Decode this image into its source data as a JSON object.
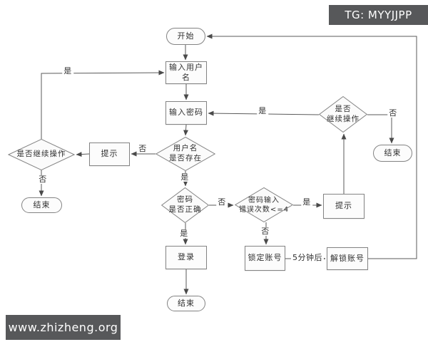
{
  "overlays": {
    "tg_badge": "TG: MYYJJPP",
    "watermark": "www.zhizheng.org"
  },
  "colors": {
    "badge_bg": "#57585a",
    "badge_text": "#ffffff",
    "node_fill": "#fbfbfb",
    "node_border": "#838383",
    "line": "#5a5a5a",
    "background": "#ffffff"
  },
  "nodes": {
    "start": {
      "label": "开始",
      "type": "terminator"
    },
    "input_username": {
      "label": "输入用户名",
      "type": "process"
    },
    "input_password": {
      "label": "输入密码",
      "type": "process"
    },
    "username_exists": {
      "label": "用户名\n是否存在",
      "type": "decision"
    },
    "prompt_left": {
      "label": "提示",
      "type": "process"
    },
    "continue_left": {
      "label": "是否继续操作",
      "type": "decision"
    },
    "end_left": {
      "label": "结束",
      "type": "terminator"
    },
    "password_correct": {
      "label": "密码\n是否正确",
      "type": "decision"
    },
    "login": {
      "label": "登录",
      "type": "process"
    },
    "end_bottom": {
      "label": "结束",
      "type": "terminator"
    },
    "error_count": {
      "label": "密码输入\n错误次数<=4",
      "type": "decision"
    },
    "prompt_right": {
      "label": "提示",
      "type": "process"
    },
    "continue_right": {
      "label": "是否\n继续操作",
      "type": "decision"
    },
    "end_right": {
      "label": "结束",
      "type": "terminator"
    },
    "lock_account": {
      "label": "锁定账号",
      "type": "process"
    },
    "unlock_account": {
      "label": "解锁账号",
      "type": "process"
    }
  },
  "edge_labels": {
    "continue_left_yes": "是",
    "username_exists_no": "否",
    "continue_left_no": "否",
    "username_exists_yes": "是",
    "password_correct_no": "否",
    "password_correct_yes": "是",
    "error_count_yes": "是",
    "error_count_no": "否",
    "continue_right_yes": "是",
    "continue_right_no": "否",
    "lock_to_unlock": "5分钟后"
  }
}
